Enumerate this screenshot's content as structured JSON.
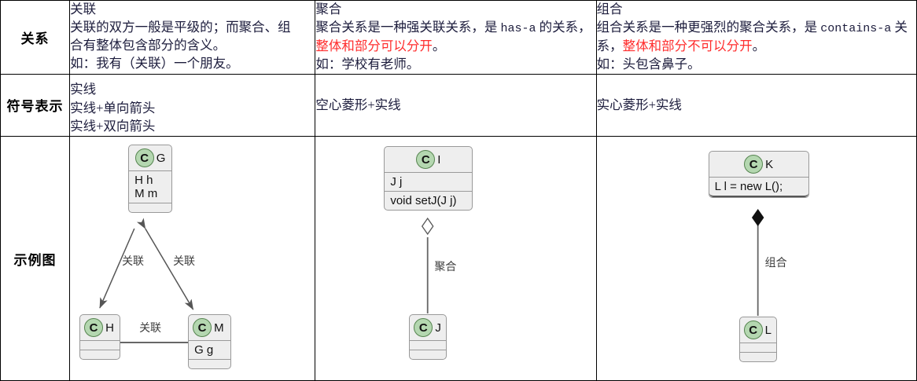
{
  "table": {
    "rows": [
      {
        "label": "关系",
        "cells": {
          "association": {
            "title": "关联",
            "desc_line1": "关联的双方一般是平级的；而聚合、组",
            "desc_line2": "合有整体包含部分的含义。",
            "example": "如：我有（关联）一个朋友。"
          },
          "aggregation": {
            "title": "聚合",
            "desc_pre": "聚合关系是一种强关联关系，是 ",
            "desc_code": "has-a",
            "desc_mid": " 的关系，",
            "desc_red": "整体和部分可以分开",
            "desc_post": "。",
            "example": "如：学校有老师。"
          },
          "composition": {
            "title": "组合",
            "desc_pre": "组合关系是一种更强烈的聚合关系，是 ",
            "desc_code": "contains-a",
            "desc_mid": " 关系，",
            "desc_red": "整体和部分不可以分开",
            "desc_post": "。",
            "example": "如：头包含鼻子。"
          }
        }
      },
      {
        "label": "符号表示",
        "cells": {
          "association_line1": "实线",
          "association_line2": "实线+单向箭头",
          "association_line3": "实线+双向箭头",
          "aggregation": "空心菱形+实线",
          "composition": "实心菱形+实线"
        }
      },
      {
        "label": "示例图"
      }
    ]
  },
  "diagrams": {
    "association": {
      "classes": [
        {
          "id": "G",
          "stereotype": "C",
          "name": "G",
          "fields": [
            "H h",
            "M m"
          ],
          "methods": []
        },
        {
          "id": "H",
          "stereotype": "C",
          "name": "H",
          "fields": [],
          "methods": []
        },
        {
          "id": "M",
          "stereotype": "C",
          "name": "M",
          "fields": [
            "G g"
          ],
          "methods": []
        }
      ],
      "edges": [
        {
          "from": "G",
          "to": "H",
          "label": "关联",
          "arrow": "single"
        },
        {
          "from": "G",
          "to": "M",
          "label": "关联",
          "arrow": "double"
        },
        {
          "from": "H",
          "to": "M",
          "label": "关联",
          "arrow": "none"
        }
      ]
    },
    "aggregation": {
      "classes": [
        {
          "id": "I",
          "stereotype": "C",
          "name": "I",
          "fields": [
            "J j"
          ],
          "methods": [
            "void setJ(J j)"
          ]
        },
        {
          "id": "J",
          "stereotype": "C",
          "name": "J",
          "fields": [],
          "methods": []
        }
      ],
      "edges": [
        {
          "from": "I",
          "to": "J",
          "label": "聚合",
          "decoration": "hollow-diamond"
        }
      ]
    },
    "composition": {
      "classes": [
        {
          "id": "K",
          "stereotype": "C",
          "name": "K",
          "fields": [
            "L l = new L();"
          ],
          "methods": []
        },
        {
          "id": "L",
          "stereotype": "C",
          "name": "L",
          "fields": [],
          "methods": []
        }
      ],
      "edges": [
        {
          "from": "K",
          "to": "L",
          "label": "组合",
          "decoration": "filled-diamond"
        }
      ]
    }
  },
  "colors": {
    "class_badge_fill": "#b4d7b0",
    "class_badge_stroke": "#55844f",
    "class_box_fill": "#eeeeee",
    "class_box_stroke": "#999999",
    "edge": "#666666",
    "highlight_red": "#ff2d2d",
    "table_border": "#000000"
  }
}
